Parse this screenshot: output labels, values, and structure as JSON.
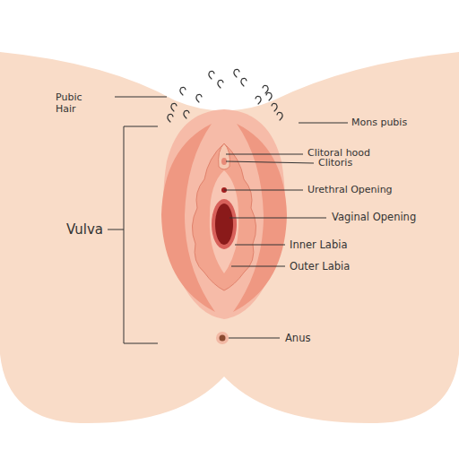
{
  "diagram": {
    "labels": [
      "Pubic Hair",
      "Mons pubis",
      "Clitoral hood",
      "Clitoris",
      "Urethral Opening",
      "Vaginal Opening",
      "Inner Labia",
      "Outer Labia",
      "Vulva",
      "Anus"
    ]
  }
}
